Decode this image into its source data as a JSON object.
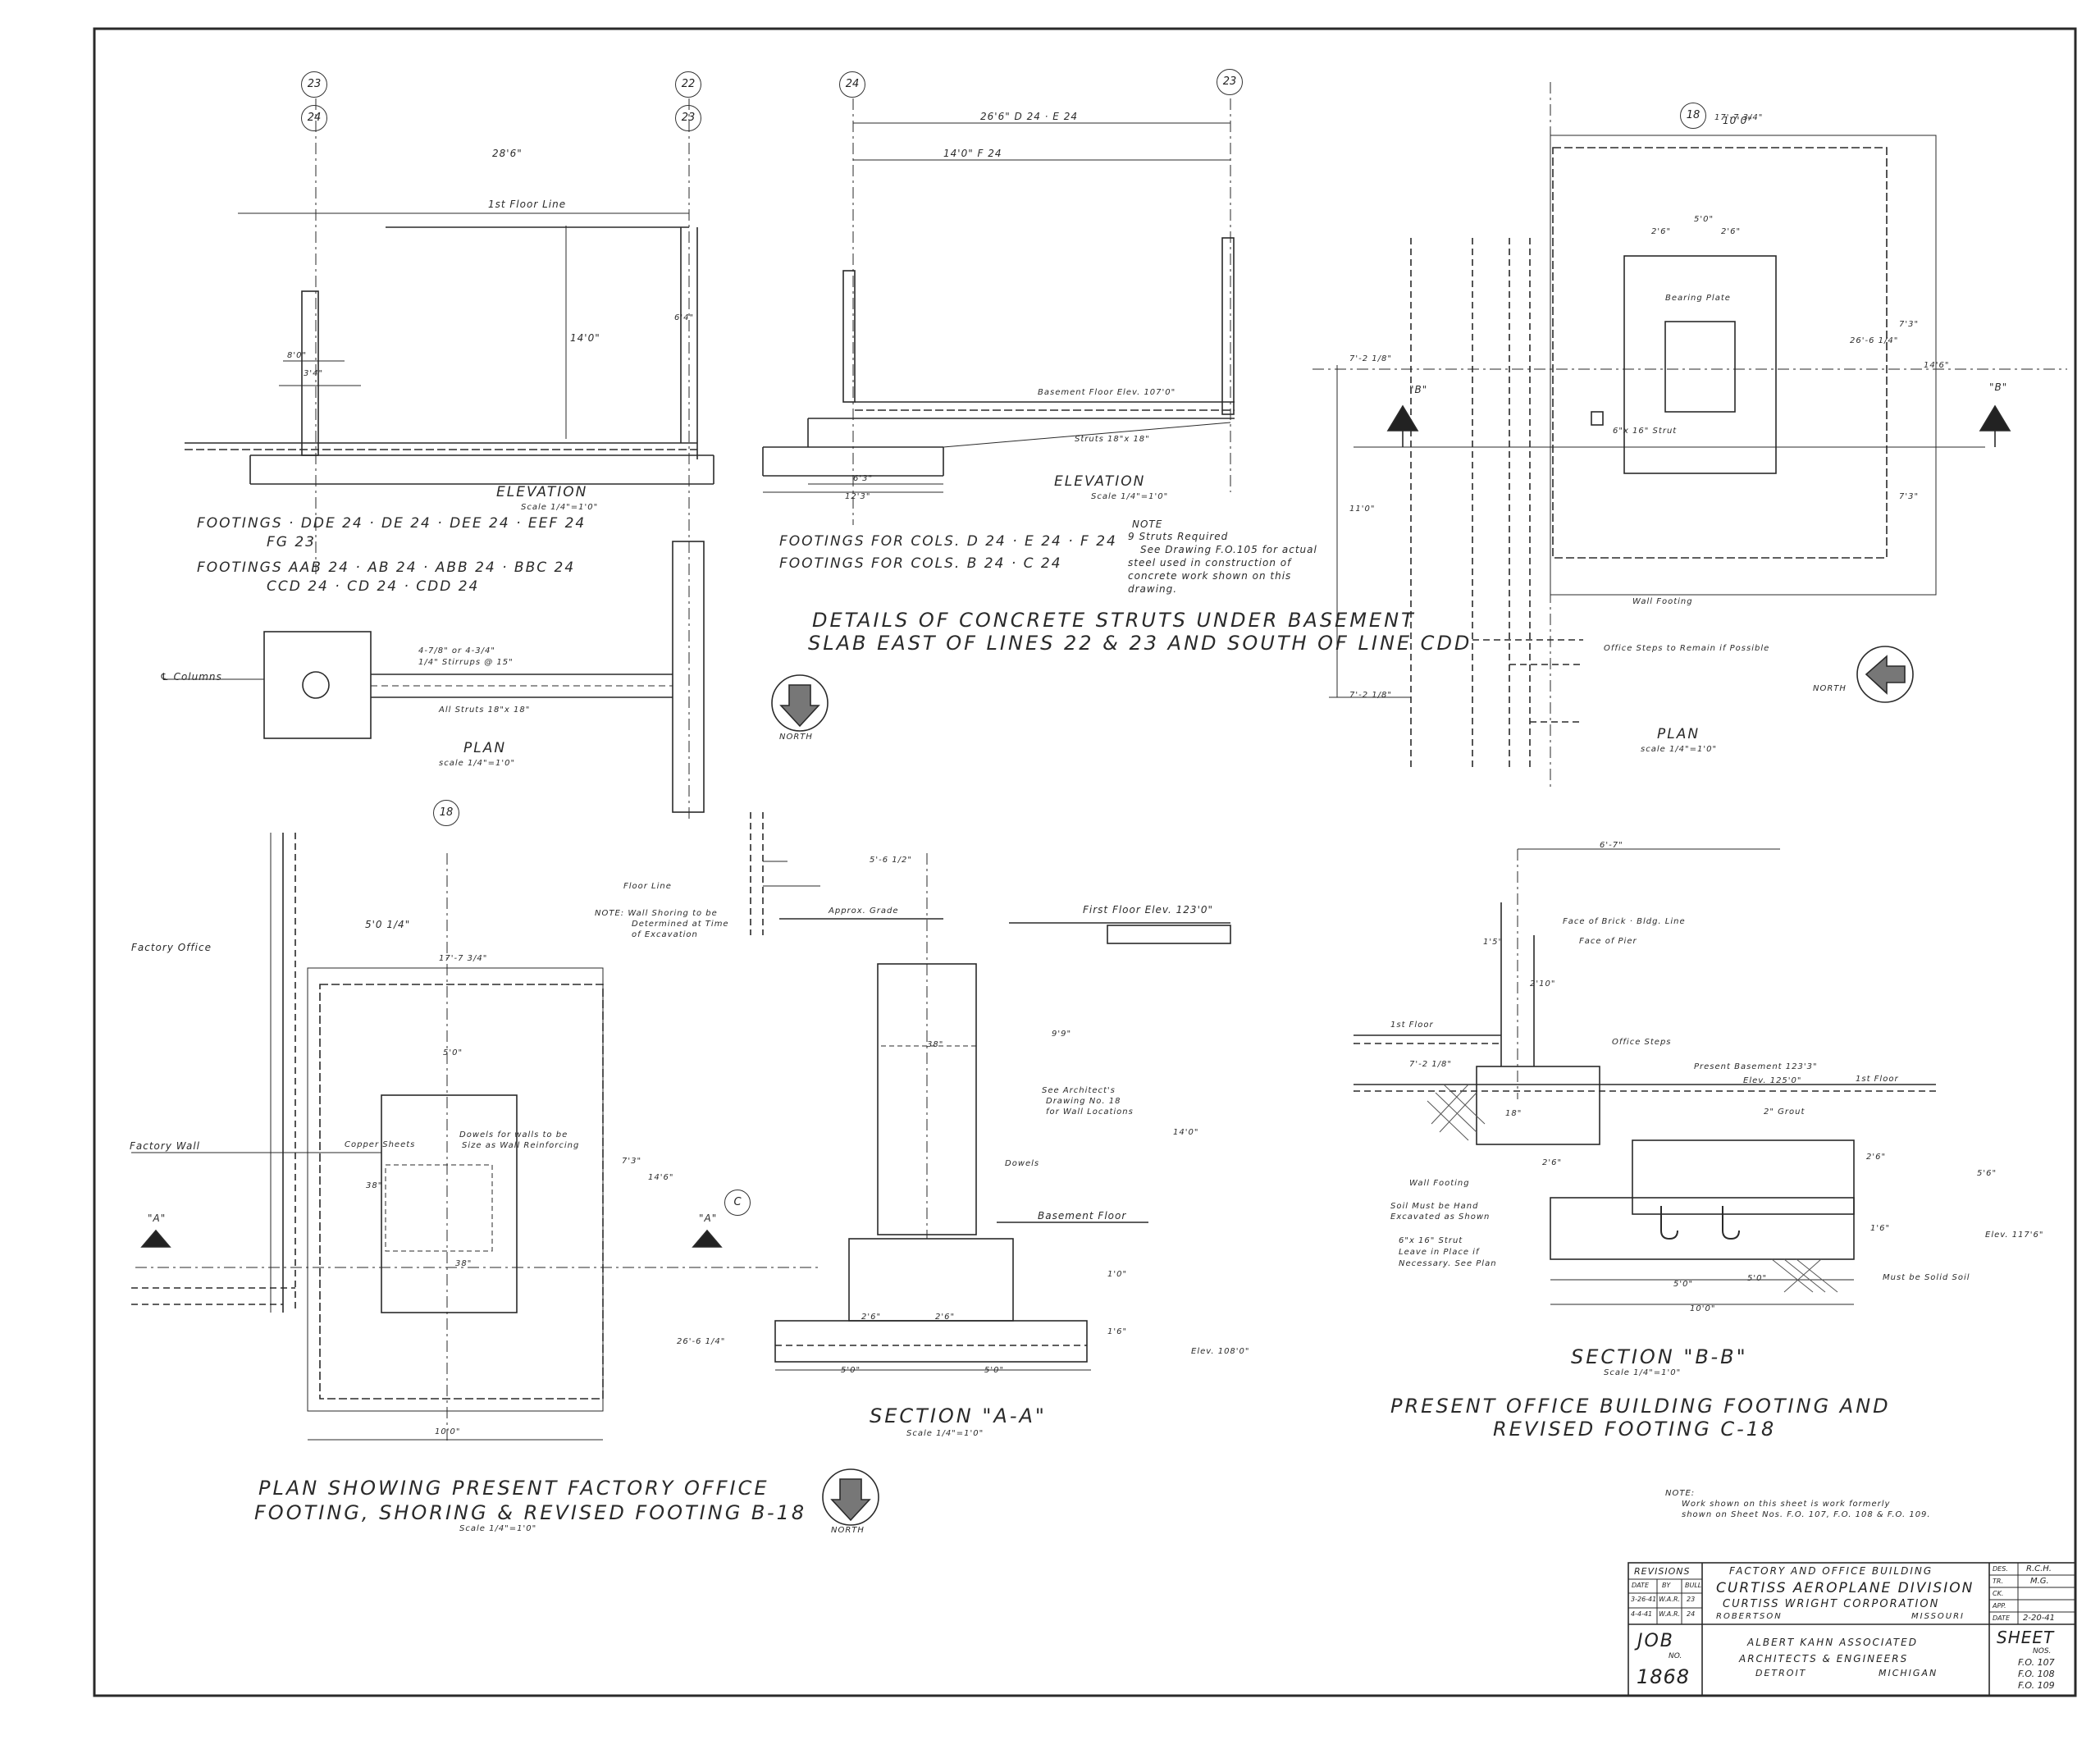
{
  "grid_marks": {
    "m1a": "23",
    "m1b": "24",
    "m2a": "22",
    "m2b": "23",
    "m3": "24",
    "m4": "23",
    "m5": "18",
    "m6": "18",
    "m7": "C"
  },
  "top_left": {
    "dim_top": "28'6\"",
    "first_floor_line": "1st Floor Line",
    "dim_height": "14'0\"",
    "dim_a": "8'0\"",
    "dim_b": "3'4\"",
    "dim_c": "6'4\"",
    "elevation_title": "ELEVATION",
    "elevation_scale": "Scale 1/4\"=1'0\"",
    "footings_1": "FOOTINGS · DDE 24 · DE 24 · DEE 24 · EEF 24",
    "footings_1b": "FG 23",
    "footings_2": "FOOTINGS AAB 24 · AB 24 · ABB 24 · BBC 24",
    "footings_2b": "CCD 24 · CD 24 · CDD 24",
    "columns_label": "℄ Columns",
    "bars_note_1": "4-7/8\" or 4-3/4\"",
    "bars_note_2": "1/4\" Stirrups @ 15\"",
    "struts_note": "All Struts 18\"x 18\"",
    "plan_title": "PLAN",
    "plan_scale": "scale 1/4\"=1'0\""
  },
  "top_middle": {
    "dim_1": "26'6\"   D 24 · E 24",
    "dim_2": "14'0\"   F 24",
    "basement_floor": "Basement Floor  Elev. 107'0\"",
    "struts": "Struts 18\"x 18\"",
    "dim_3": "6'3\"",
    "dim_4": "12'3\"",
    "elevation_title": "ELEVATION",
    "elevation_scale": "Scale 1/4\"=1'0\"",
    "footings_1": "FOOTINGS FOR COLS. D 24 · E 24 · F 24",
    "footings_2": "FOOTINGS FOR COLS. B 24 · C 24",
    "note_title": "NOTE",
    "note_1": "9 Struts Required",
    "note_2": "See Drawing F.O.105 for actual",
    "note_3": "steel used in construction of",
    "note_4": "concrete work shown on this",
    "note_5": "drawing.",
    "details_1": "DETAILS OF CONCRETE STRUTS UNDER BASEMENT",
    "details_2": "SLAB EAST OF LINES 22 & 23  AND SOUTH OF LINE CDD",
    "north": "NORTH"
  },
  "top_right": {
    "dim_top": "10'0\"",
    "dim_top2": "17'-7 3/4\"",
    "dim_inner": "5'0\"",
    "dim_inner_a": "2'6\"",
    "dim_inner_b": "2'6\"",
    "bearing_plate": "Bearing Plate",
    "strut": "6\"x 16\" Strut",
    "dim_right_1": "7'3\"",
    "dim_right_2": "14'6\"",
    "dim_right_3": "7'3\"",
    "dim_total_v": "26'-6 1/4\"",
    "dim_left_1": "7'-2 1/8\"",
    "dim_left_2": "7'-2 1/8\"",
    "dim_left_3": "11'0\"",
    "section_b_left": "\"B\"",
    "section_b_right": "\"B\"",
    "wall_footing": "Wall Footing",
    "office_steps": "Office Steps to Remain if Possible",
    "north": "NORTH",
    "plan_title": "PLAN",
    "plan_scale": "scale 1/4\"=1'0\""
  },
  "bottom_left": {
    "factory_office": "Factory Office",
    "factory_wall": "Factory Wall",
    "dim_a": "5'0 1/4\"",
    "dim_b": "17'-7 3/4\"",
    "dim_c": "5'0\"",
    "copper_sheets": "Copper Sheets",
    "dowels_note_1": "Dowels for walls to be",
    "dowels_note_2": "Size as Wall Reinforcing",
    "dim_d": "38\"",
    "dim_e": "38\"",
    "dim_f": "7'3\"",
    "dim_g": "14'6\"",
    "dim_h": "26'-6 1/4\"",
    "dim_i": "10'0\"",
    "section_a_left": "\"A\"",
    "section_a_right": "\"A\"",
    "title_1": "PLAN SHOWING PRESENT FACTORY OFFICE",
    "title_2": "FOOTING, SHORING & REVISED FOOTING B-18",
    "scale": "Scale 1/4\"=1'0\""
  },
  "bottom_middle": {
    "floor_line": "Floor Line",
    "note_1": "NOTE:  Wall Shoring to be",
    "note_2": "Determined at Time",
    "note_3": "of Excavation",
    "dim_top": "5'-6 1/2\"",
    "approx_grade": "Approx. Grade",
    "first_floor": "First Floor  Elev. 123'0\"",
    "dim_1": "38\"",
    "see_arch_1": "See Architect's",
    "see_arch_2": "Drawing No. 18",
    "see_arch_3": "for Wall Locations",
    "dowels": "Dowels",
    "dim_2": "9'9\"",
    "dim_3": "14'0\"",
    "basement_floor": "Basement Floor",
    "dim_4": "2'6\"",
    "dim_5": "2'6\"",
    "dim_6": "1'0\"",
    "dim_7": "1'6\"",
    "elev": "Elev. 108'0\"",
    "dim_8": "5'0\"",
    "dim_9": "5'0\"",
    "title": "SECTION \"A-A\"",
    "scale": "Scale 1/4\"=1'0\"",
    "north": "NORTH"
  },
  "bottom_right": {
    "dim_top": "6'-7\"",
    "face_brick": "Face of Brick · Bldg. Line",
    "face_pier": "Face of Pier",
    "dim_1": "1'5\"",
    "dim_2": "2'10\"",
    "first_floor": "1st Floor",
    "office_steps": "Office Steps",
    "dim_3": "7'-2 1/8\"",
    "present_basement": "Present Basement 123'3\"",
    "elev_1": "Elev. 125'0\"",
    "first_floor_r": "1st Floor",
    "grout": "2\" Grout",
    "dim_4": "18\"",
    "dim_5": "2'6\"",
    "wall_footing": "Wall Footing",
    "soil_1": "Soil Must be Hand",
    "soil_2": "Excavated as Shown",
    "strut_1": "6\"x 16\" Strut",
    "strut_2": "Leave in Place if",
    "strut_3": "Necessary. See Plan",
    "dim_6": "5'0\"",
    "dim_7": "5'0\"",
    "dim_8": "10'0\"",
    "elev_2": "Elev. 117'6\"",
    "solid_soil": "Must be Solid Soil",
    "dim_v1": "2'6\"",
    "dim_v2": "1'6\"",
    "dim_v3": "5'6\"",
    "title": "SECTION \"B-B\"",
    "scale": "Scale 1/4\"=1'0\"",
    "big_title_1": "PRESENT OFFICE BUILDING FOOTING AND",
    "big_title_2": "REVISED FOOTING C-18"
  },
  "sheet_note": {
    "label": "NOTE:",
    "line_1": "Work shown on this sheet is work formerly",
    "line_2": "shown on Sheet Nos. F.O. 107, F.O. 108 & F.O. 109."
  },
  "title_block": {
    "revisions": "REVISIONS",
    "rev_h1": "DATE",
    "rev_h2": "BY",
    "rev_h3": "BULL",
    "rev_r1": [
      "3-26-41",
      "W.A.R.",
      "23"
    ],
    "rev_r2": [
      "4-4-41",
      "W.A.R.",
      "24"
    ],
    "project_1": "FACTORY AND OFFICE BUILDING",
    "project_2": "CURTISS AEROPLANE DIVISION",
    "project_3": "CURTISS WRIGHT CORPORATION",
    "project_4a": "ROBERTSON",
    "project_4b": "MISSOURI",
    "arch_1": "ALBERT KAHN ASSOCIATED",
    "arch_2": "ARCHITECTS & ENGINEERS",
    "arch_3a": "DETROIT",
    "arch_3b": "MICHIGAN",
    "job_label": "JOB",
    "job_no": "NO.",
    "job_value": "1868",
    "des_label": "DES.",
    "des_value": "R.C.H.",
    "tr_label": "TR.",
    "tr_value": "M.G.",
    "ck_label": "CK.",
    "ck_value": "",
    "app_label": "APP.",
    "app_value": "",
    "date_label": "DATE",
    "date_value": "2-20-41",
    "sheet_label": "SHEET",
    "sheet_nos": "NOS.",
    "sheet_1": "F.O. 107",
    "sheet_2": "F.O. 108",
    "sheet_3": "F.O. 109"
  }
}
